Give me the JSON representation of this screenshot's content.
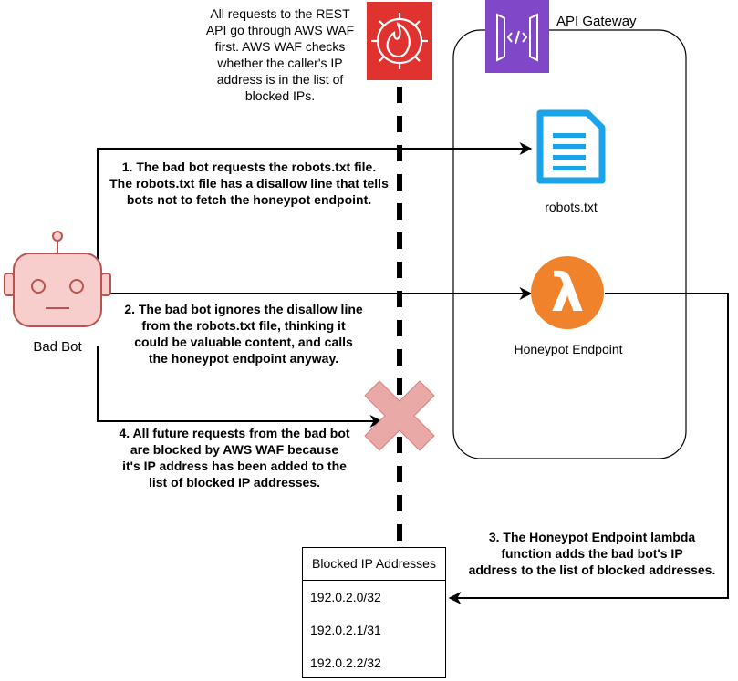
{
  "api_gateway": {
    "title": "API Gateway"
  },
  "waf_note": {
    "lines": [
      "All requests to the REST",
      "API go through AWS WAF",
      "first. AWS WAF checks",
      "whether the caller's IP",
      "address is in the list of",
      "blocked IPs."
    ]
  },
  "robots": {
    "label": "robots.txt"
  },
  "honeypot": {
    "label": "Honeypot Endpoint",
    "glyph": "λ"
  },
  "bot": {
    "label": "Bad Bot"
  },
  "steps": {
    "step1": [
      "1. The bad bot requests the robots.txt file.",
      "The robots.txt file has a disallow line that tells",
      "bots not to fetch the honeypot endpoint."
    ],
    "step2": [
      "2. The bad bot ignores the disallow line",
      "from the robots.txt file, thinking it",
      "could be valuable content, and calls",
      "the honeypot endpoint anyway."
    ],
    "step3": [
      "3. The Honeypot Endpoint lambda",
      "function adds the bad bot's IP",
      "address to the list of blocked addresses."
    ],
    "step4": [
      "4. All future requests from the bad bot",
      "are blocked by AWS WAF because",
      "it's IP address has been added to the",
      "list of blocked IP addresses."
    ]
  },
  "blocked_table": {
    "header": "Blocked IP Addresses",
    "rows": [
      "192.0.2.0/32",
      "192.0.2.1/31",
      "192.0.2.2/32"
    ]
  },
  "colors": {
    "waf_red": "#e0322f",
    "apigw_purple": "#8048c8",
    "robots_blue": "#1aa3e8",
    "lambda_orange": "#f0822b",
    "bot_fill": "#f8cecc",
    "bot_stroke": "#b85450",
    "block_x": "#e9a9a7"
  },
  "icons": {
    "waf": "waf-firewall-icon",
    "apigw": "api-gateway-icon",
    "robots": "document-icon",
    "lambda": "lambda-icon",
    "bot": "robot-icon",
    "block": "blocked-x-icon"
  }
}
